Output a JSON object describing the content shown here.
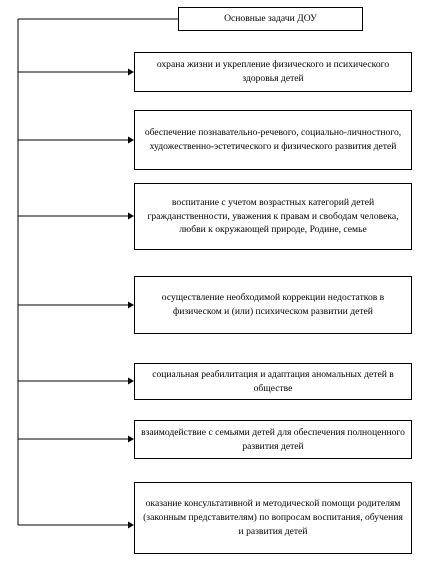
{
  "diagram": {
    "title": "Основные задачи ДОУ",
    "tasks": [
      "охрана жизни и укрепление физического и психического здоровья детей",
      "обеспечение познавательно-речевого, социально-личностного, художественно-эстетического и физического развития детей",
      "воспитание с учетом возрастных категорий детей гражданственности, уважения к правам и свободам человека, любви к окружающей природе, Родине, семье",
      "осуществление необходимой коррекции недостатков в физическом и (или) психическом развитии детей",
      "социальная реабилитация и адаптация аномальных детей в обществе",
      "взаимодействие с семьями детей для обеспечения полноценного развития детей",
      "оказание консультативной и методической помощи родителям (законным представителям) по вопросам воспитания, обучения и развития детей"
    ]
  }
}
